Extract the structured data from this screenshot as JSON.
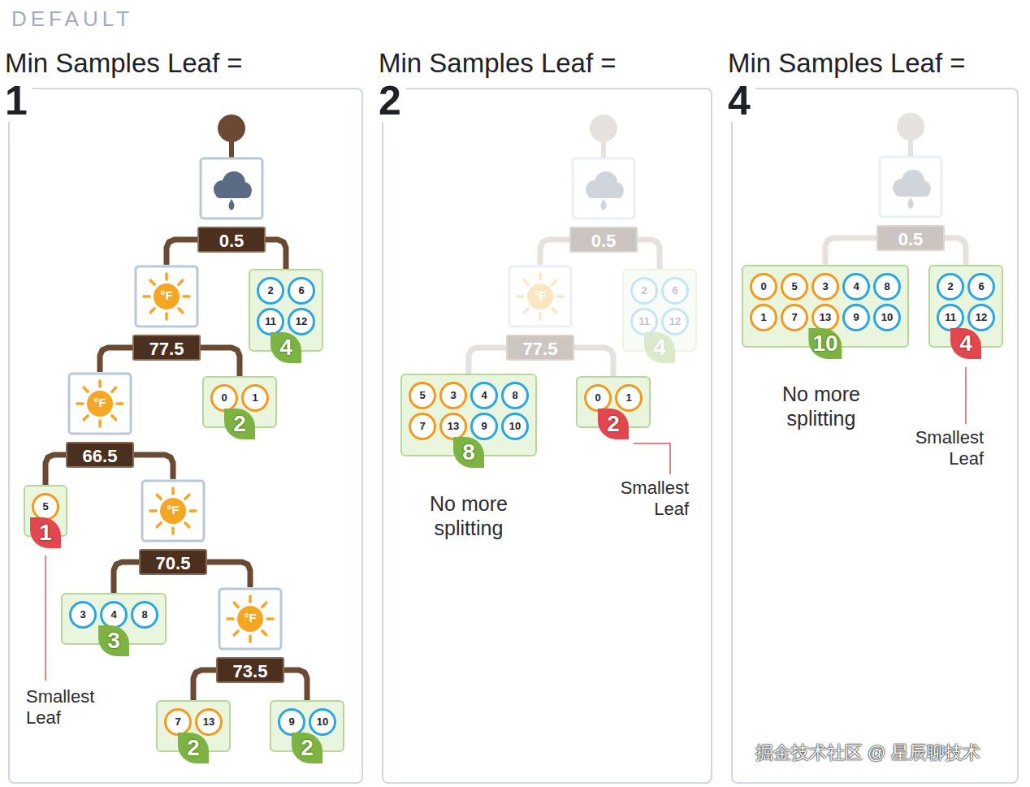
{
  "diagram": {
    "nodes": [
      {
        "text": [
          "Min Samples Leaf =",
          "1"
        ]
      },
      {
        "text": [
          "0.5"
        ],
        "in": 0
      },
      {
        "text": [
          "°F",
          "77.5"
        ],
        "in": 0
      },
      {
        "text": [
          "2",
          "6",
          "11",
          "12",
          "4"
        ],
        "in": 0
      },
      {
        "text": [
          "°F",
          "66.5"
        ],
        "in": 0
      },
      {
        "text": [
          "0",
          "1",
          "2"
        ],
        "in": 0
      },
      {
        "text": [
          "5",
          "1"
        ],
        "in": 0
      },
      {
        "text": [
          "°F",
          "70.5"
        ],
        "in": 0
      },
      {
        "text": [
          "3",
          "4",
          "8",
          "3"
        ],
        "in": 0
      },
      {
        "text": [
          "°F",
          "73.5"
        ],
        "in": 0
      },
      {
        "text": [
          "7",
          "13",
          "2"
        ],
        "in": 0
      },
      {
        "text": [
          "9",
          "10",
          "2"
        ],
        "in": 0
      },
      {
        "text": [
          "Min Samples Leaf =",
          "2"
        ]
      },
      {
        "text": [
          "0.5"
        ],
        "in": 12
      },
      {
        "text": [
          "°F",
          "77.5"
        ],
        "in": 12
      },
      {
        "text": [
          "2",
          "6",
          "11",
          "12",
          "4"
        ],
        "in": 12
      },
      {
        "text": [
          "5",
          "3",
          "4",
          "8",
          "7",
          "13",
          "9",
          "10",
          "8"
        ],
        "in": 12
      },
      {
        "text": [
          "0",
          "1",
          "2"
        ],
        "in": 12
      },
      {
        "text": [
          "Min Samples Leaf =",
          "4"
        ]
      },
      {
        "text": [
          "0.5"
        ],
        "in": 18
      },
      {
        "text": [
          "0",
          "5",
          "3",
          "4",
          "8",
          "1",
          "7",
          "13",
          "9",
          "10",
          "10"
        ],
        "in": 18
      },
      {
        "text": [
          "2",
          "6",
          "11",
          "12",
          "4"
        ],
        "in": 18
      }
    ],
    "edges": [
      {
        "from": 1,
        "to": 2,
        "arrow": "none"
      },
      {
        "from": 1,
        "to": 3,
        "arrow": "none"
      },
      {
        "from": 2,
        "to": 4,
        "arrow": "none"
      },
      {
        "from": 2,
        "to": 5,
        "arrow": "none"
      },
      {
        "from": 4,
        "to": 6,
        "arrow": "none"
      },
      {
        "from": 4,
        "to": 7,
        "arrow": "none"
      },
      {
        "from": 7,
        "to": 8,
        "arrow": "none"
      },
      {
        "from": 7,
        "to": 9,
        "arrow": "none"
      },
      {
        "from": 9,
        "to": 10,
        "arrow": "none"
      },
      {
        "from": 9,
        "to": 11,
        "arrow": "none"
      },
      {
        "from": 13,
        "to": 14,
        "arrow": "none"
      },
      {
        "from": 13,
        "to": 15,
        "arrow": "none"
      },
      {
        "from": 14,
        "to": 16,
        "arrow": "none"
      },
      {
        "from": 14,
        "to": 17,
        "arrow": "none"
      },
      {
        "from": 19,
        "to": 20,
        "arrow": "none"
      },
      {
        "from": 19,
        "to": 21,
        "arrow": "none"
      }
    ],
    "labels": [
      "DEFAULT",
      "Smallest Leaf",
      "No more splitting",
      "Smallest Leaf",
      "No more splitting",
      "Smallest Leaf",
      "掘金技术社区 @ 星辰聊技术"
    ]
  }
}
